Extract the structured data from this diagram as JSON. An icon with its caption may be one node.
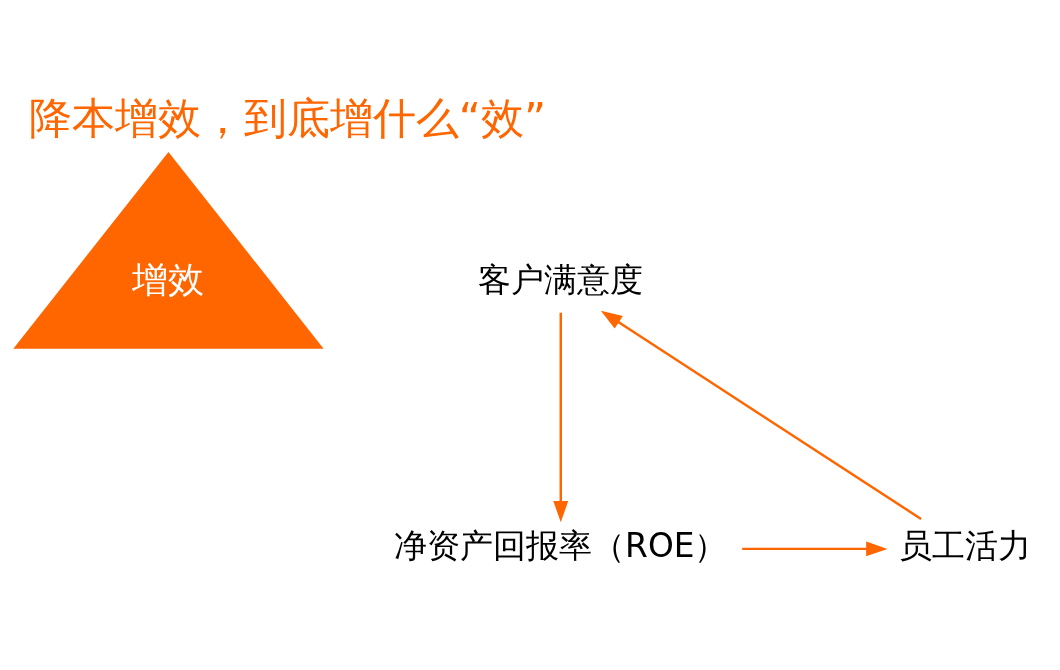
{
  "diagram": {
    "title": "降本增效，到底增什么“效”",
    "nodes": [
      {
        "text": [
          "增效"
        ]
      },
      {
        "text": [
          "客户满意度"
        ]
      },
      {
        "text": [
          "净资产回报率（ROE）"
        ]
      },
      {
        "text": [
          "员工活力"
        ]
      }
    ],
    "edges": [
      {
        "from": 3,
        "to": 1,
        "arrow": "to"
      },
      {
        "from": 1,
        "to": 2,
        "arrow": "to"
      },
      {
        "from": 2,
        "to": 3,
        "arrow": "to"
      }
    ]
  }
}
